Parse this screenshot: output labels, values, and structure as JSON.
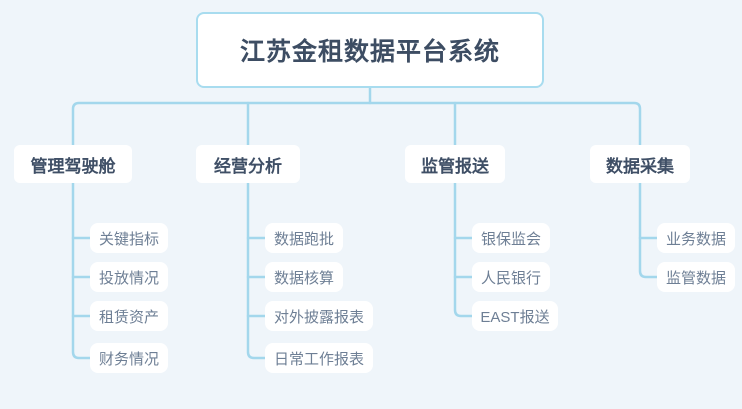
{
  "theme": {
    "background": "#eff5fa",
    "connector_color": "#a3d7ec",
    "root_border": "#a8dcef",
    "node_fill": "#ffffff",
    "root_text_color": "#3d4d63",
    "level2_text_color": "#3f4f66",
    "leaf_text_color": "#6e7f95"
  },
  "diagram": {
    "type": "org-tree",
    "root": {
      "label": "江苏金租数据平台系统"
    },
    "branches": [
      {
        "label": "管理驾驶舱",
        "children": [
          {
            "label": "关键指标"
          },
          {
            "label": "投放情况"
          },
          {
            "label": "租赁资产"
          },
          {
            "label": "财务情况"
          }
        ]
      },
      {
        "label": "经营分析",
        "children": [
          {
            "label": "数据跑批"
          },
          {
            "label": "数据核算"
          },
          {
            "label": "对外披露报表"
          },
          {
            "label": "日常工作报表"
          }
        ]
      },
      {
        "label": "监管报送",
        "children": [
          {
            "label": "银保监会"
          },
          {
            "label": "人民银行"
          },
          {
            "label": "EAST报送"
          }
        ]
      },
      {
        "label": "数据采集",
        "children": [
          {
            "label": "业务数据"
          },
          {
            "label": "监管数据"
          }
        ]
      }
    ]
  }
}
